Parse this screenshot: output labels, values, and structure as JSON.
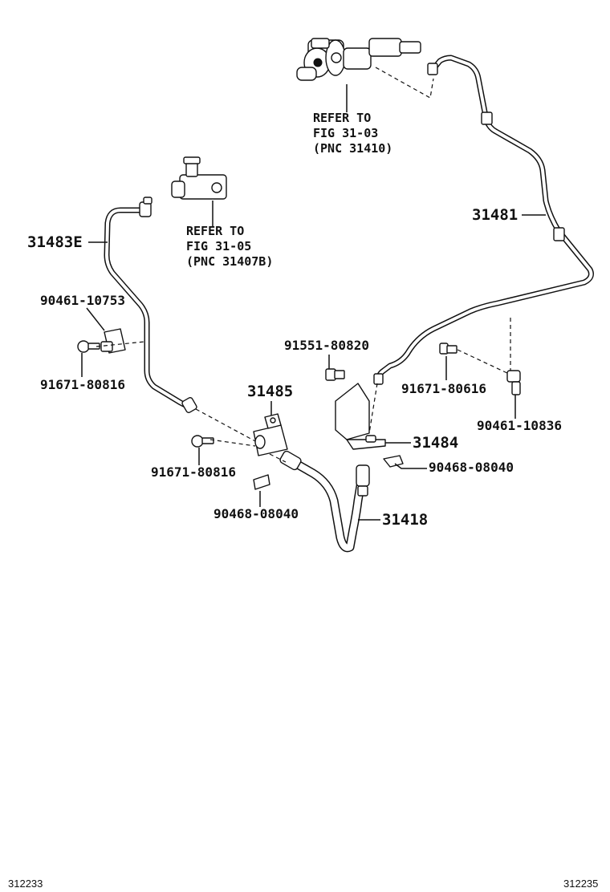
{
  "labels": {
    "p31483e": "31483E",
    "p31481": "31481",
    "p31485": "31485",
    "p31484": "31484",
    "p31418": "31418",
    "p90461_10753": "90461-10753",
    "p91671_80816_a": "91671-80816",
    "p91671_80816_b": "91671-80816",
    "p91551_80820": "91551-80820",
    "p91671_80616": "91671-80616",
    "p90461_10836": "90461-10836",
    "p90468_08040_a": "90468-08040",
    "p90468_08040_b": "90468-08040"
  },
  "refs": {
    "ref_31_03": [
      "REFER TO",
      "FIG 31-03",
      "(PNC 31410)"
    ],
    "ref_31_05": [
      "REFER TO",
      "FIG 31-05",
      "(PNC 31407B)"
    ]
  },
  "footer": {
    "left_code": "312233",
    "right_code": "312235"
  }
}
